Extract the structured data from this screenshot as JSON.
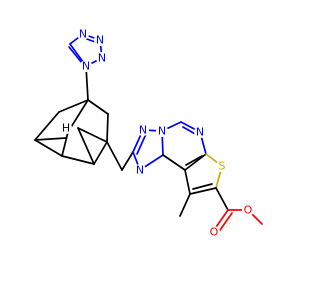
{
  "molecule": {
    "labels": {
      "tetrazole_n1": "N",
      "tetrazole_n2": "N",
      "tetrazole_n3": "N",
      "tetrazole_n4": "N",
      "bridgehead_h": "H",
      "triazole_n1": "N",
      "triazole_n2": "N",
      "triazole_n3": "N",
      "pyrimidine_n": "N",
      "thiophene_s": "S",
      "carbonyl_o": "O",
      "ester_o": "O"
    },
    "colors": {
      "carbon": "#000000",
      "nitrogen": "#0000ff",
      "sulfur": "#ccaa00",
      "oxygen": "#ff0000",
      "hydrogen": "#000000"
    }
  }
}
